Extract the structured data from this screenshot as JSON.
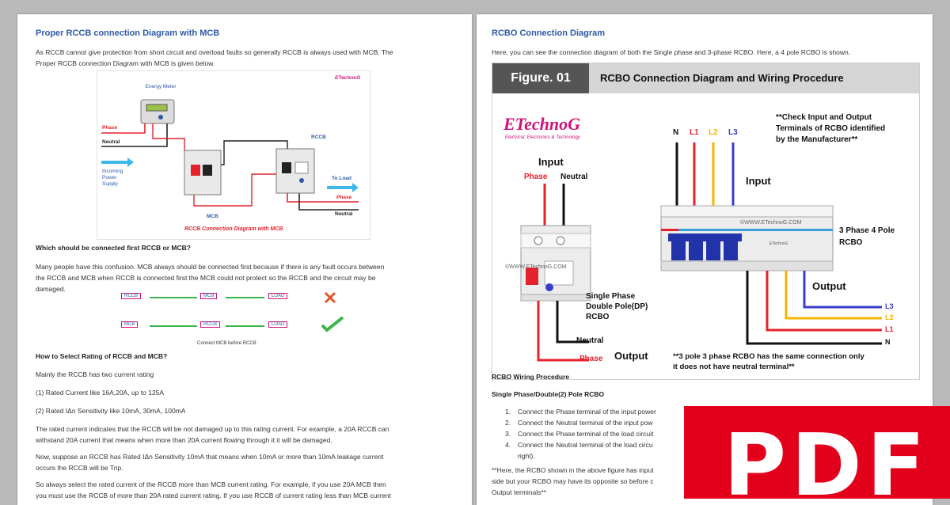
{
  "left": {
    "title": "Proper RCCB connection Diagram with MCB",
    "intro_1": "As RCCB cannot give protection from short circuit and overload faults so generally RCCB is always used with MCB. The",
    "intro_2": "Proper RCCB connection Diagram with MCB is given below.",
    "fig1": {
      "logo": "ETechnoG",
      "meter": "Energy Meter",
      "phase": "Phase",
      "neutral": "Neutral",
      "incoming_1": "Incoming",
      "incoming_2": "Power",
      "incoming_3": "Supply",
      "rccb": "RCCB",
      "mcb": "MCB",
      "to_load": "To Load",
      "phase_out": "Phase",
      "neutral_out": "Neutral",
      "caption": "RCCB Connection Diagram with MCB"
    },
    "q1": "Which should be connected first RCCB or MCB?",
    "p1_1": "Many people have this confusion. MCB always should be connected first because if there is any fault occurs between",
    "p1_2": "the RCCB and MCB when RCCB is connected first the MCB could not protect so the RCCB and the circuit may be",
    "p1_3": "damaged.",
    "fig2": {
      "row1": [
        "RCCB",
        "MCB",
        "LOAD"
      ],
      "row2": [
        "MCB",
        "RCCB",
        "LOAD"
      ],
      "caption": "Connect MCB before RCCB"
    },
    "q2": "How to Select Rating of RCCB and MCB?",
    "p2": "Mainly the RCCB has two current rating",
    "r1": "(1) Rated Current like 16A,20A, up to 125A",
    "r2": "(2) Rated IΔn Sensitivity like 10mA, 30mA, 100mA",
    "p3_1": "The rated current indicates that the RCCB will be not damaged up to this rating current. For example, a 20A RCCB can",
    "p3_2": "withstand 20A current that means when more than 20A current flowing through it it will be damaged.",
    "p4_1": "Now, suppose an RCCB has Rated IΔn Sensitivity 10mA that means when 10mA or more than 10mA leakage current",
    "p4_2": "occurs the RCCB will be Trip.",
    "p5_1": "So always select the rated current of the RCCB more than MCB current rating. For example, if you use 20A MCB then",
    "p5_2": "you must use the RCCB of more than 20A rated current rating. If you use RCCB of current rating less than MCB current"
  },
  "right": {
    "title": "RCBO Connection Diagram",
    "intro": "Here, you can see the connection diagram of both the Single phase and 3-phase RCBO. Here, a 4 pole RCBO is shown.",
    "fig": {
      "figure_no": "Figure. 01",
      "heading": "RCBO Connection Diagram and Wiring Procedure",
      "logo": "ETechnoG",
      "tagline": "Electrical, Electronics & Technology",
      "check_1": "**Check Input and Output",
      "check_2": "Terminals of RCBO identified",
      "check_3": "by the Manufacturer**",
      "input_left": "Input",
      "phase": "Phase",
      "neutral": "Neutral",
      "n": "N",
      "l1": "L1",
      "l2": "L2",
      "l3": "L3",
      "input_right": "Input",
      "watermark": "©WWW.ETechnoG.COM",
      "brand": "ETechnoG",
      "rcbo4_1": "3 Phase 4 Pole",
      "rcbo4_2": "RCBO",
      "single_1": "Single Phase",
      "single_2": "Double Pole(DP)",
      "single_3": "RCBO",
      "output_right": "Output",
      "neutral_out": "Neutral",
      "phase_out": "Phase",
      "output_left": "Output",
      "note_1": "**3 pole 3 phase RCBO has the same connection only",
      "note_2": "it does not have neutral terminal**"
    },
    "wiring": "RCBO Wiring Procedure",
    "subhead": "Single Phase/Double(2) Pole RCBO",
    "steps": [
      "Connect the Phase terminal of the input power",
      "Connect the Neutral terminal of the input pow",
      "Connect the Phase terminal of the load circuit",
      "Connect the Neutral terminal of the load circu"
    ],
    "step_cont": "right).",
    "note_1": "**Here, the RCBO shown in the above figure has input",
    "note_2": "side but your RCBO may have its opposite so before c",
    "note_3": "Output terminals**"
  },
  "badge": "PDF",
  "colors": {
    "title": "#2e59a8",
    "red": "#e5212b",
    "yellow": "#f2b600",
    "blue": "#3a3ccc",
    "badge": "#e3001b",
    "figure_bar": "#555555"
  }
}
